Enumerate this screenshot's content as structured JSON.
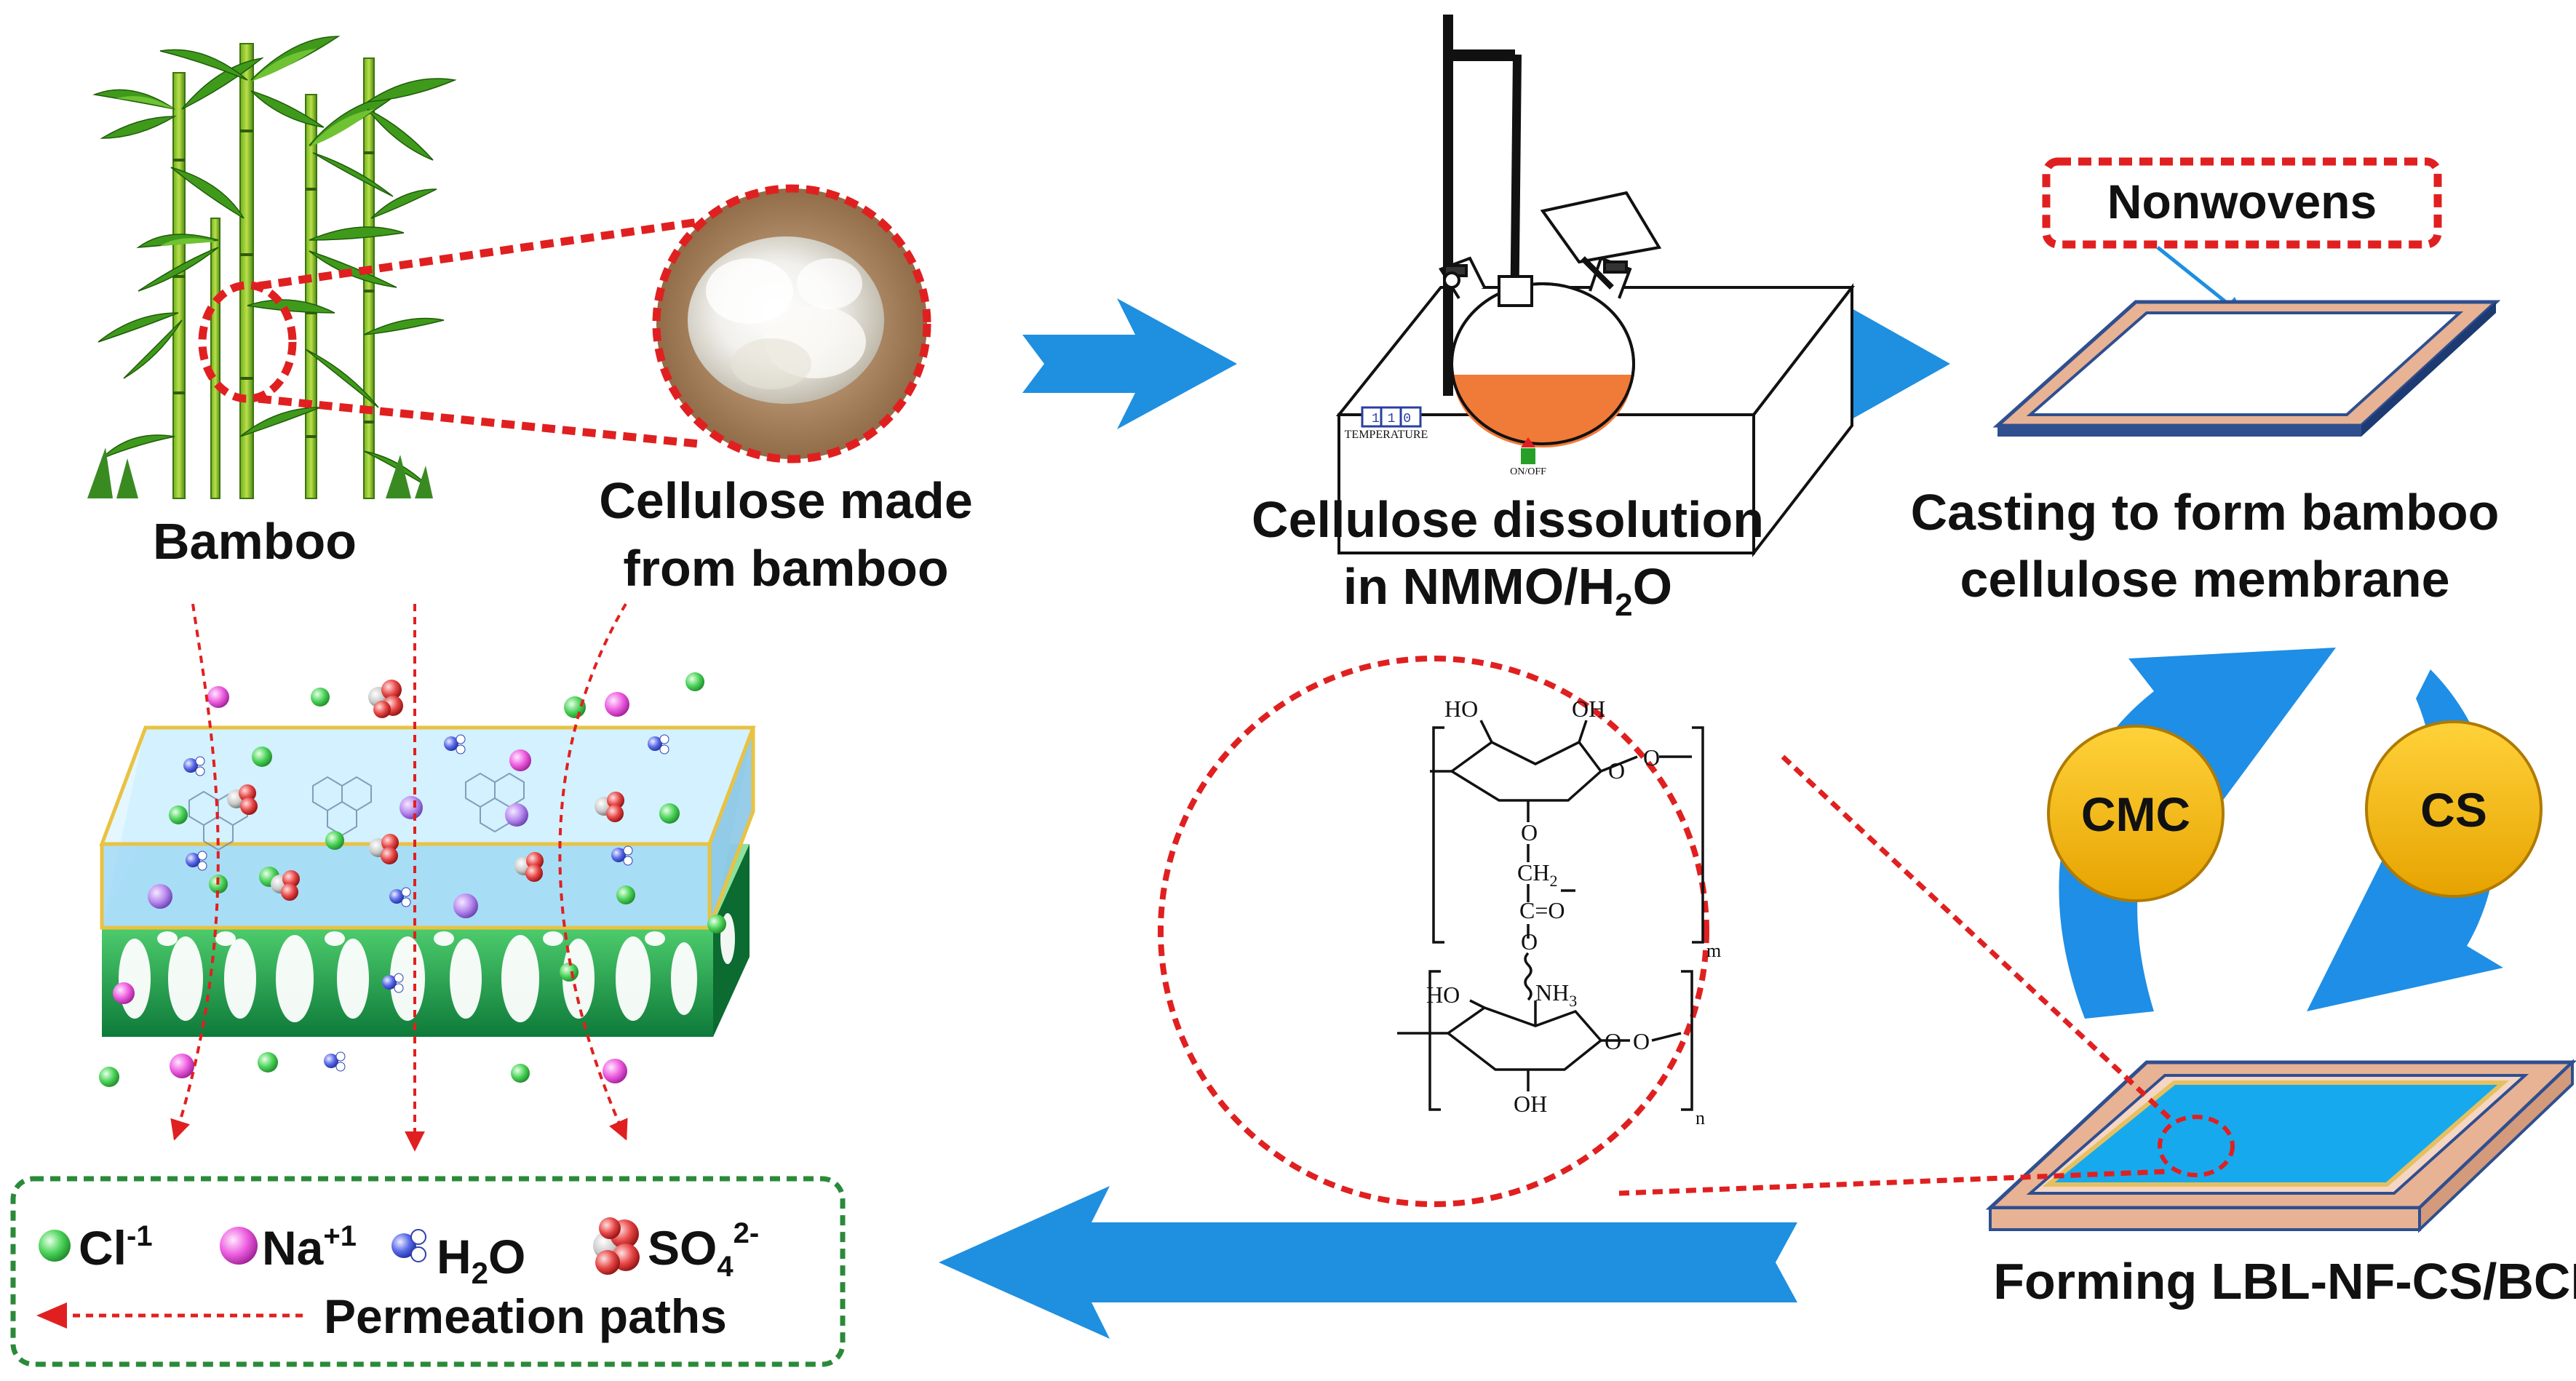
{
  "labels": {
    "bamboo": "Bamboo",
    "cellulose_line1": "Cellulose made",
    "cellulose_line2": "from bamboo",
    "dissolution_line1": "Cellulose dissolution",
    "dissolution_prefix": "in NMMO/H",
    "dissolution_sub": "2",
    "dissolution_suffix": "O",
    "casting_line1": "Casting to form bamboo",
    "casting_line2": "cellulose membrane",
    "nonwovens": "Nonwovens",
    "forming": "Forming LBL-NF-CS/BCM",
    "cmc": "CMC",
    "cs": "CS"
  },
  "apparatus": {
    "temperature": "TEMPERATURE",
    "onoff": "ON/OFF",
    "display": "1 1 0"
  },
  "chemical": {
    "ho_top": "HO",
    "oh_top": "OH",
    "o_ring_top": "O",
    "o_right_top": "O",
    "o_link": "O",
    "ch2_base": "CH",
    "ch2_sub": "2",
    "c_eq_o": "C=O",
    "o_link2": "O",
    "nh3_base": "NH",
    "nh3_sub": "3",
    "m": "m",
    "ho_bottom": "HO",
    "o_ring_bottom": "O",
    "o_right_bottom": "O",
    "oh_bottom": "OH",
    "n": "n"
  },
  "legend": {
    "cl": "Cl",
    "cl_sup": "-1",
    "na": "Na",
    "na_sup": "+1",
    "h2o_base": "H",
    "h2o_sub": "2",
    "h2o_end": "O",
    "so4_base": "SO",
    "so4_sub": "4",
    "so4_sup": "2-",
    "permeation": "Permeation paths"
  },
  "colors": {
    "arrow_blue": "#1f8fe0",
    "cycle_blue": "#1e8ee6",
    "circle_gold": "#f2b80c",
    "red_dashed": "#e02020",
    "legend_green": "#2a8a3a",
    "frame_tan": "#e8b294",
    "frame_outline": "#2f4f8f",
    "membrane_blue": "#17a9ee",
    "flask_orange": "#f07a38"
  },
  "icons": [
    "bamboo-illustration",
    "cellulose-photo",
    "reaction-apparatus",
    "membrane-frame",
    "chemical-structure",
    "membrane-cross-section",
    "ion-sphere"
  ]
}
